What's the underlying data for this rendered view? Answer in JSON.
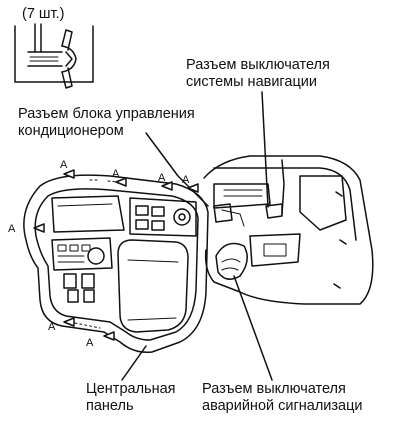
{
  "clip_count": "(7 шт.)",
  "callouts": {
    "nav_switch_line1": "Разъем выключателя",
    "nav_switch_line2": "системы навигации",
    "ac_unit_line1": "Разъем блока управления",
    "ac_unit_line2": "кондиционером",
    "center_panel_line1": "Центральная",
    "center_panel_line2": "панель",
    "hazard_switch_line1": "Разъем выключателя",
    "hazard_switch_line2": "аварийной сигнализаци"
  },
  "clip_marker": "A"
}
